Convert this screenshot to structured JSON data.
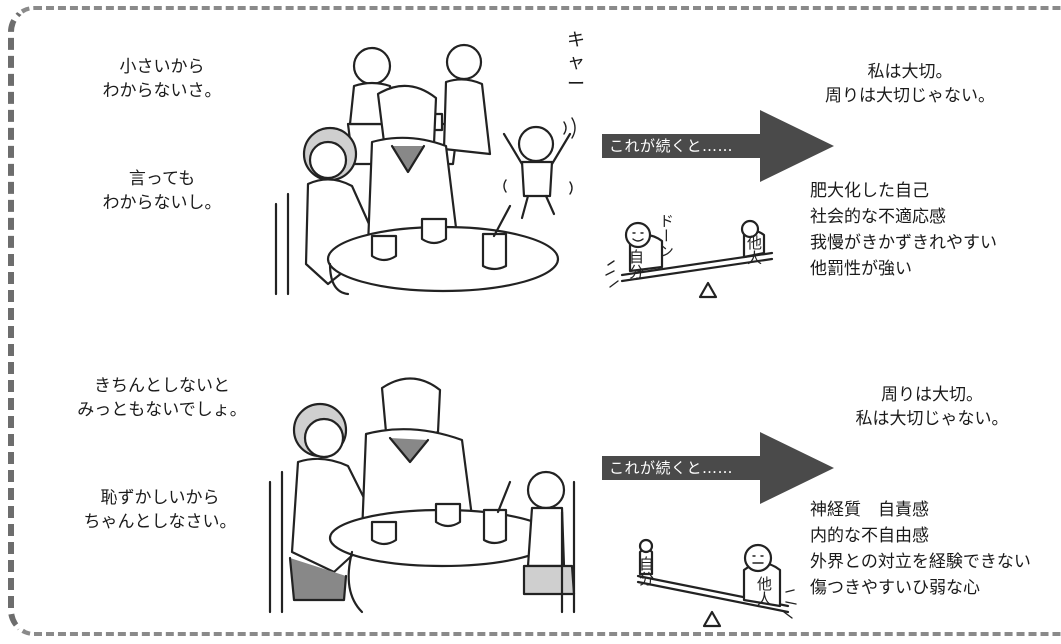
{
  "top": {
    "speech1": [
      "小さいから",
      "わからないさ。"
    ],
    "speech2": [
      "言っても",
      "わからないし。"
    ],
    "scream": [
      "キ",
      "ャ",
      "ー"
    ],
    "arrow_label": "これが続くと……",
    "result": [
      "私は大切。",
      "周りは大切じゃない。"
    ],
    "traits": [
      "肥大化した自己",
      "社会的な不適応感",
      "我慢がきかずきれやすい",
      "他罰性が強い"
    ],
    "seesaw": {
      "heavy": "自分",
      "light": "他人",
      "sound": "ドーン"
    }
  },
  "bottom": {
    "speech1": [
      "きちんとしないと",
      "みっともないでしょ。"
    ],
    "speech2": [
      "恥ずかしいから",
      "ちゃんとしなさい。"
    ],
    "arrow_label": "これが続くと……",
    "result": [
      "周りは大切。",
      "私は大切じゃない。"
    ],
    "traits": [
      "神経質　自責感",
      "内的な不自由感",
      "外界との対立を経験できない",
      "傷つきやすいひ弱な心"
    ],
    "seesaw": {
      "heavy": "他人",
      "light": "自分"
    }
  },
  "colors": {
    "arrow": "#4a4a4a",
    "line": "#222222",
    "frame": "#7a7a7a"
  }
}
